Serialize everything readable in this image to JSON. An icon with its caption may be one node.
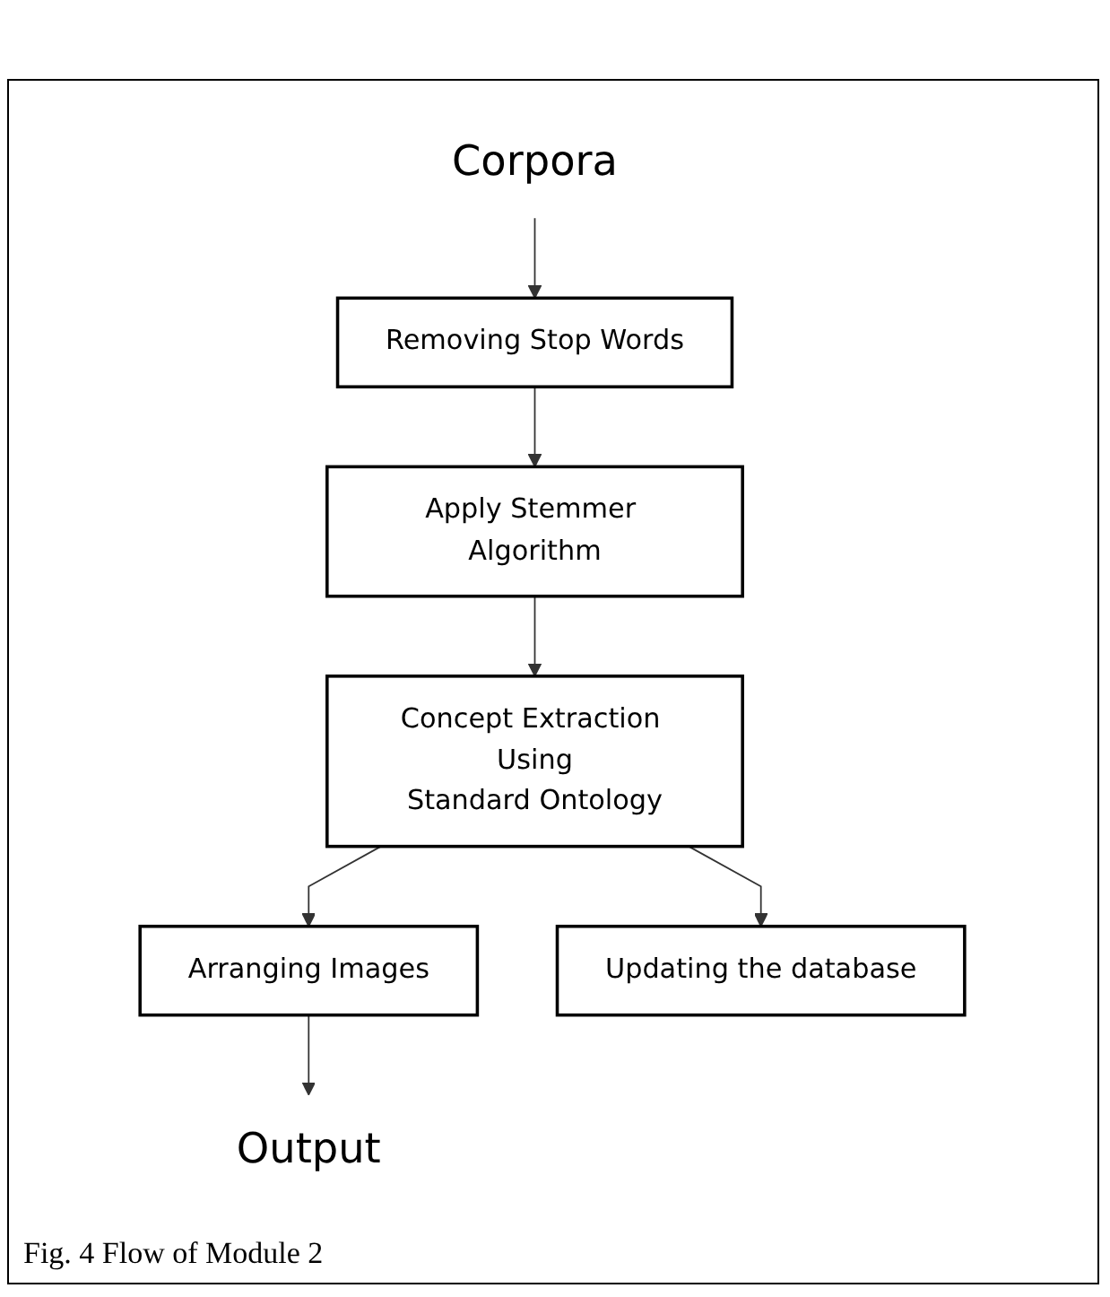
{
  "diagram": {
    "caption": "Fig. 4 Flow of Module 2",
    "nodes": [
      {
        "text": [
          "Corpora"
        ]
      },
      {
        "text": [
          "Removing Stop Words"
        ]
      },
      {
        "text": [
          "Apply Stemmer Algorithm"
        ]
      },
      {
        "text": [
          "Concept Extraction Using Standard Ontology"
        ]
      },
      {
        "text": [
          "Arranging Images"
        ]
      },
      {
        "text": [
          "Updating the database"
        ]
      },
      {
        "text": [
          "Output"
        ]
      }
    ],
    "edges": [
      {
        "from": 0,
        "to": 1,
        "arrow": "to"
      },
      {
        "from": 1,
        "to": 2,
        "arrow": "to"
      },
      {
        "from": 2,
        "to": 3,
        "arrow": "to"
      },
      {
        "from": 3,
        "to": 4,
        "arrow": "to"
      },
      {
        "from": 3,
        "to": 5,
        "arrow": "to"
      },
      {
        "from": 4,
        "to": 6,
        "arrow": "to"
      }
    ]
  }
}
